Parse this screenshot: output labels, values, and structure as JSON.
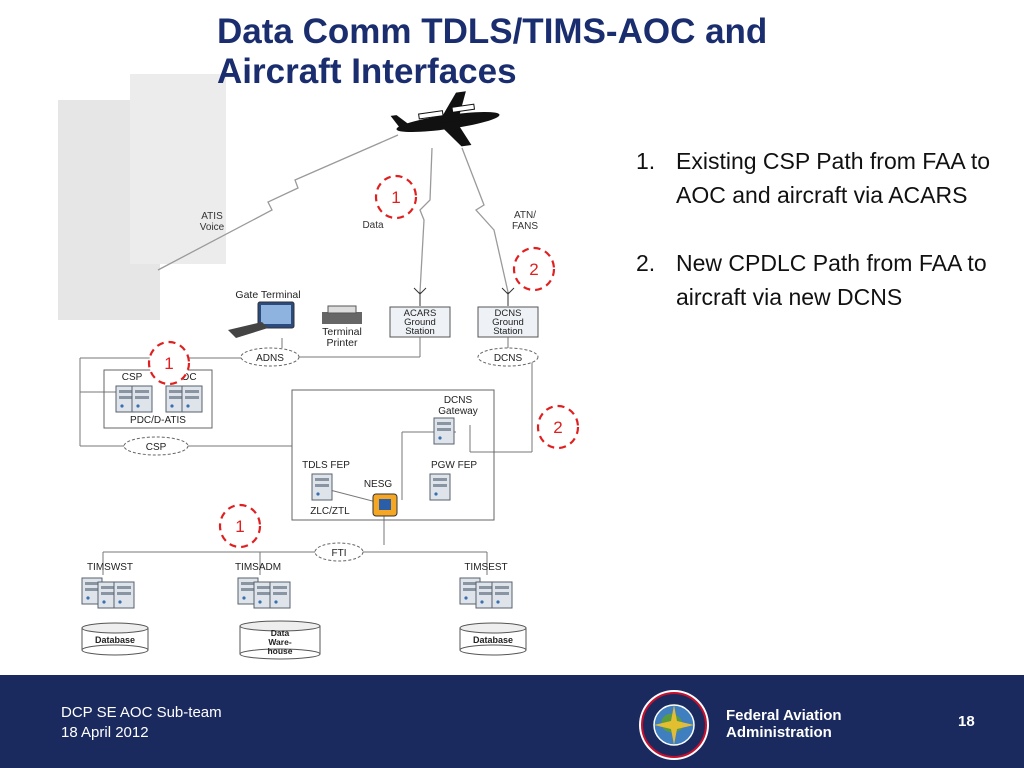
{
  "slide": {
    "title_line1": "Data Comm TDLS/TIMS-AOC and",
    "title_line2": "Aircraft Interfaces"
  },
  "notes": [
    {
      "num": "1.",
      "text": "Existing CSP Path from FAA to AOC and aircraft via ACARS"
    },
    {
      "num": "2.",
      "text": "New CPDLC Path from FAA to aircraft via new DCNS"
    }
  ],
  "diagram": {
    "atis_voice": [
      "ATIS",
      "Voice"
    ],
    "data_link": "Data",
    "atn_fans": [
      "ATN/",
      "FANS"
    ],
    "gate_terminal": "Gate Terminal",
    "terminal_printer": [
      "Terminal",
      "Printer"
    ],
    "acars_station": [
      "ACARS",
      "Ground",
      "Station"
    ],
    "dcns_station": [
      "DCNS",
      "Ground",
      "Station"
    ],
    "adns": "ADNS",
    "dcns_cloud": "DCNS",
    "csp_label": "CSP",
    "foc_label": "FOC",
    "pdc_atis": "PDC/D-ATIS",
    "csp_cloud": "CSP",
    "dcns_gateway": [
      "DCNS",
      "Gateway"
    ],
    "tdls_fep": "TDLS FEP",
    "pgw_fep": "PGW FEP",
    "nesg": "NESG",
    "zlc_ztl": "ZLC/ZTL",
    "fti": "FTI",
    "timswst": "TIMSWST",
    "timsadm": "TIMSADM",
    "timsest": "TIMSEST",
    "database_left": "Database",
    "warehouse": [
      "Data",
      "Ware-",
      "house"
    ],
    "database_right": "Database",
    "markers": {
      "m1_top": "1",
      "m2_top": "2",
      "m1_left": "1",
      "m2_mid": "2",
      "m1_bottom": "1"
    }
  },
  "footer": {
    "team": "DCP SE AOC Sub-team",
    "date": "18 April 2012",
    "agency_line1": "Federal Aviation",
    "agency_line2": "Administration",
    "page": "18"
  },
  "colors": {
    "title": "#1a2d6e",
    "footer_bg": "#1b2a5e",
    "marker": "#e02020"
  }
}
